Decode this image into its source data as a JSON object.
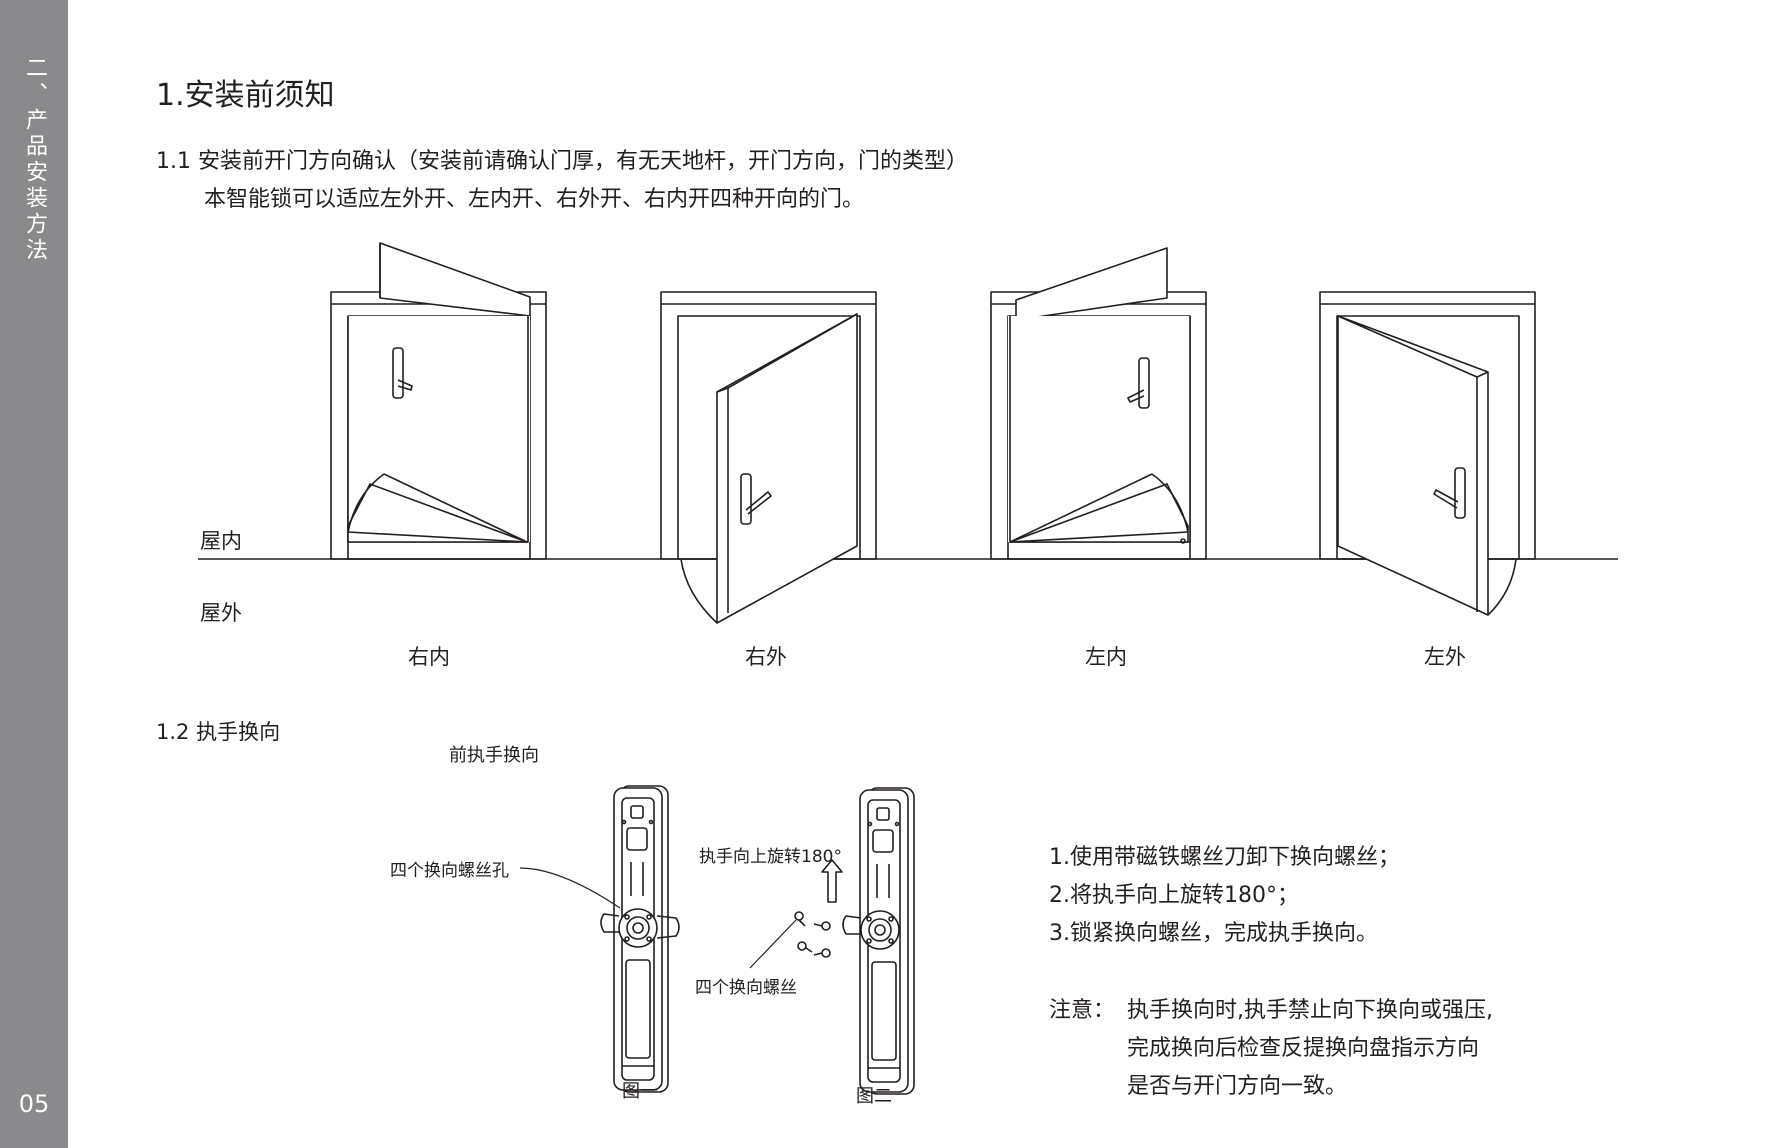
{
  "sidebar": {
    "section_title": "二、产品安装方法",
    "page_number": "05"
  },
  "heading": "1.安装前须知",
  "section_1_1": {
    "title": "1.1 安装前开门方向确认（安装前请确认门厚，有无天地杆，开门方向，门的类型）",
    "body": "本智能锁可以适应左外开、左内开、右外开、右内开四种开向的门。",
    "indoor_label": "屋内",
    "outdoor_label": "屋外",
    "doors": [
      {
        "label": "右内"
      },
      {
        "label": "右外"
      },
      {
        "label": "左内"
      },
      {
        "label": "左外"
      }
    ]
  },
  "section_1_2": {
    "title": "1.2  执手换向",
    "front_handle_label": "前执手换向",
    "screw_holes_label": "四个换向螺丝孔",
    "rotate_label": "执手向上旋转180°",
    "screws_label": "四个换向螺丝",
    "figure_1_label": "图一",
    "figure_2_label": "图二",
    "steps": [
      "1.使用带磁铁螺丝刀卸下换向螺丝；",
      "2.将执手向上旋转180°；",
      "3.锁紧换向螺丝，完成执手换向。"
    ],
    "note_label": "注意：",
    "note_lines": [
      "执手换向时,执手禁止向下换向或强压,",
      "完成换向后检查反提换向盘指示方向",
      "是否与开门方向一致。"
    ]
  },
  "colors": {
    "sidebar": "#8a8a8d",
    "text": "#231f20",
    "line": "#231f20"
  }
}
